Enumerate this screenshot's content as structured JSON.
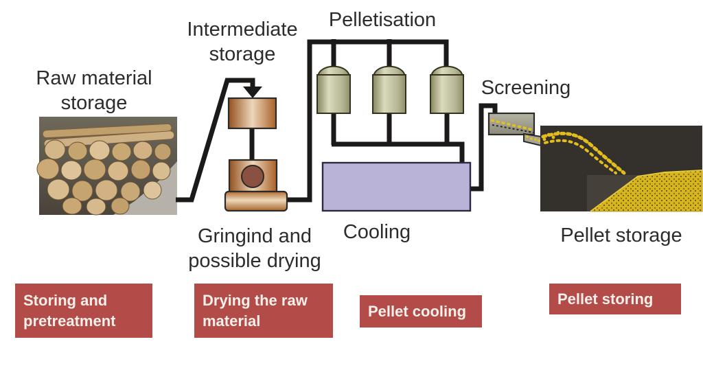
{
  "stages": {
    "raw_material_storage": "Raw material\nstorage",
    "intermediate_storage": "Intermediate\nstorage",
    "pelletisation": "Pelletisation",
    "screening": "Screening",
    "grinding": "Gringind and\npossible drying",
    "cooling": "Cooling",
    "pellet_storage": "Pellet storage"
  },
  "phases": [
    {
      "label": "Storing and\npretreatment"
    },
    {
      "label": "Drying the raw\nmaterial"
    },
    {
      "label": "Pellet cooling"
    },
    {
      "label": "Pellet storing"
    }
  ],
  "colors": {
    "phase_badge_bg": "#b34c49",
    "phase_badge_text": "#f6f0ea",
    "label_text": "#2d2c2b",
    "pipe": "#1c1a18",
    "cooling_vessel": "#bab3d8",
    "pellet_mill_vessel": "#c9c9a9",
    "copper_equipment": "#c78a52",
    "screen_gray": "#a5a496",
    "pellet_yellow": "#d9b81e"
  }
}
